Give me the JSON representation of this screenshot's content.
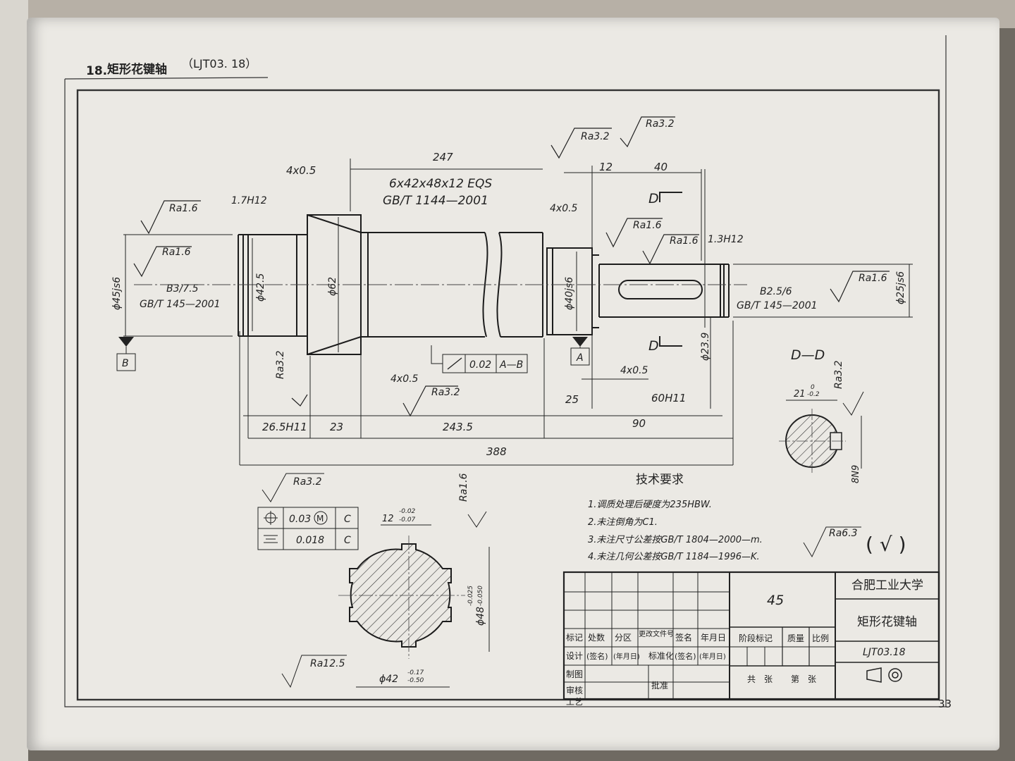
{
  "header": {
    "number": "18.",
    "title": "矩形花键轴",
    "code": "（LJT03. 18）"
  },
  "page_number": "33",
  "dims": {
    "d247": "247",
    "c4x05_top": "4x0.5",
    "h17": "1.7H12",
    "spline_l1": "6x42x48x12  EQS",
    "spline_l2": "GB/T 1144—2001",
    "ra32_a": "Ra3.2",
    "ra32_b": "Ra3.2",
    "d12": "12",
    "d40": "40",
    "c4x05_mid": "4x0.5",
    "ra16_left1": "Ra1.6",
    "ra16_left2": "Ra1.6",
    "ra16_mid1": "Ra1.6",
    "ra16_mid2": "Ra1.6",
    "h13": "1.3H12",
    "ra16_right": "Ra1.6",
    "phi45": "ϕ45js6",
    "phi425": "ϕ42.5",
    "phi62": "ϕ62",
    "phi40": "ϕ40js6",
    "phi25": "ϕ25js6",
    "phi239": "ϕ23.9",
    "b3_1": "B3/7.5",
    "b3_2": "GB/T 145—2001",
    "b25_1": "B2.5/6",
    "b25_2": "GB/T 145—2001",
    "datum_b": "B",
    "datum_a": "A",
    "runout_val": "0.02",
    "runout_ref": "A—B",
    "ra32_c": "Ra3.2",
    "ra32_d": "Ra3.2",
    "c4x05_low": "4x0.5",
    "c4x05_low2": "4x0.5",
    "d265": "26.5H11",
    "d23": "23",
    "d2435": "243.5",
    "d90": "90",
    "d25": "25",
    "d60": "60H11",
    "d388": "388",
    "section_title": "D—D",
    "d21": "21",
    "d21_tol_u": "0",
    "d21_tol_l": "-0.2",
    "ra32_sec": "Ra3.2",
    "n8n9": "8N9",
    "d_mark1": "D",
    "d_mark2": "D",
    "ra32_tol": "Ra3.2",
    "pos_val": "0.03",
    "pos_mod": "M",
    "pos_ref": "C",
    "sym_val": "0.018",
    "sym_ref": "C",
    "w12": "12",
    "w12_u": "-0.02",
    "w12_l": "-0.07",
    "ra16_cs": "Ra1.6",
    "phi48": "ϕ48",
    "phi48_u": "-0.025",
    "phi48_l": "-0.050",
    "phi42": "ϕ42",
    "phi42_u": "-0.17",
    "phi42_l": "-0.50",
    "ra125": "Ra12.5",
    "ra63": "Ra6.3",
    "ra63_paren": "( √ )"
  },
  "tech": {
    "title": "技术要求",
    "items": [
      "1.调质处理后硬度为235HBW.",
      "2.未注倒角为C1.",
      "3.未注尺寸公差按GB/T 1804—2000—m.",
      "4.未注几何公差按GB/T 1184—1996—K."
    ]
  },
  "title_block": {
    "material": "45",
    "school": "合肥工业大学",
    "part": "矩形花键轴",
    "drawing_no": "LJT03.18",
    "r1": [
      "标记",
      "处数",
      "分区",
      "更改文件号",
      "签名",
      "年月日"
    ],
    "r2": [
      "设计",
      "(签名)",
      "(年月日)",
      "标准化",
      "(签名)",
      "(年月日)"
    ],
    "r3": "制图",
    "r4": "审核",
    "r5": "工艺",
    "approve": "批准",
    "stage": "阶段标记",
    "weight": "质量",
    "scale": "比例",
    "sheets": "共　张",
    "sheet_no": "第　张"
  },
  "colors": {
    "paper": "#ebe9e4",
    "ink": "#222222",
    "desk": "#6f6a62"
  }
}
